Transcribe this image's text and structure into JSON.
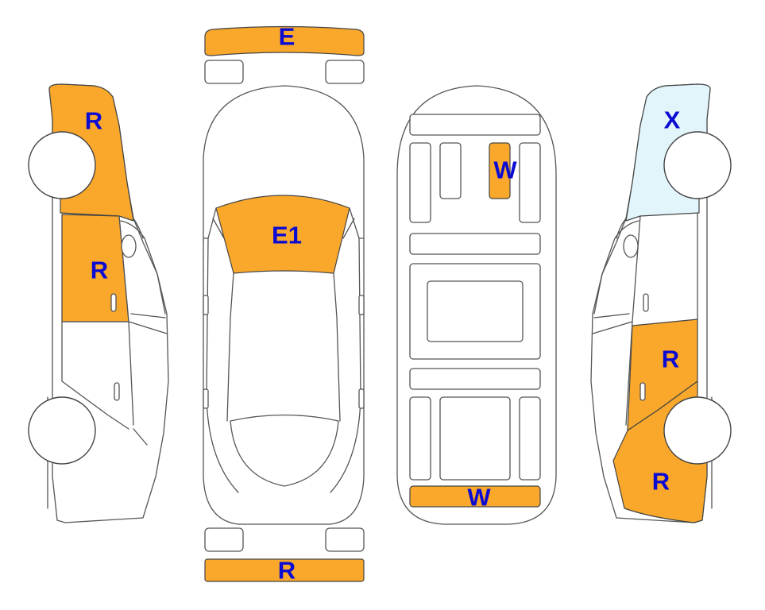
{
  "colors": {
    "orange": "#F9A82B",
    "light_blue": "#E1F5FB",
    "label": "#0B0BD2",
    "outline": "#555555"
  },
  "legend_meaning": {
    "E": "orange",
    "E1": "orange",
    "R": "orange",
    "W": "orange",
    "X": "light_blue"
  },
  "parts": {
    "front_bumper": {
      "label": "E",
      "color_key": "orange"
    },
    "windshield": {
      "label": "E1",
      "color_key": "orange"
    },
    "rear_bumper": {
      "label": "R",
      "color_key": "orange"
    },
    "floor_front_seat": {
      "label": "W",
      "color_key": "orange"
    },
    "floor_rear_panel": {
      "label": "W",
      "color_key": "orange"
    },
    "left_front_fender": {
      "label": "R",
      "color_key": "orange"
    },
    "left_front_door": {
      "label": "R",
      "color_key": "orange"
    },
    "right_front_fender": {
      "label": "X",
      "color_key": "light_blue"
    },
    "right_rear_door": {
      "label": "R",
      "color_key": "orange"
    },
    "right_rear_quarter": {
      "label": "R",
      "color_key": "orange"
    }
  }
}
